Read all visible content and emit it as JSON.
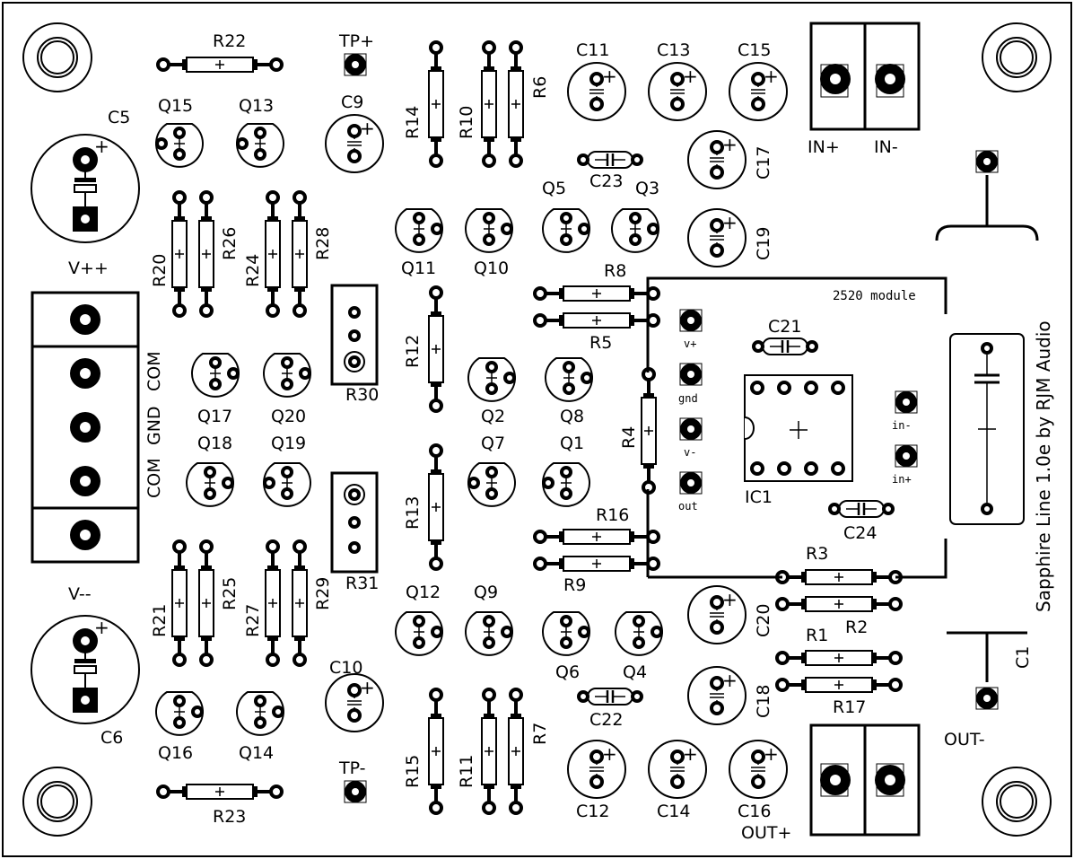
{
  "board": {
    "title": "Sapphire Line 1.0e by RJM Audio",
    "module_label": "2520 module"
  },
  "labels": {
    "r22": "R22",
    "r23": "R23",
    "r14": "R14",
    "r10": "R10",
    "r6": "R6",
    "r15": "R15",
    "r11": "R11",
    "r7": "R7",
    "r20": "R20",
    "r26": "R26",
    "r24": "R24",
    "r28": "R28",
    "r21": "R21",
    "r25": "R25",
    "r27": "R27",
    "r29": "R29",
    "r12": "R12",
    "r13": "R13",
    "r4": "R4",
    "r30": "R30",
    "r31": "R31",
    "r8": "R8",
    "r5": "R5",
    "r16": "R16",
    "r9": "R9",
    "r3": "R3",
    "r2": "R2",
    "r1": "R1",
    "r17": "R17",
    "c1": "C1",
    "c5": "C5",
    "c6": "C6",
    "c9": "C9",
    "c10": "C10",
    "c11": "C11",
    "c13": "C13",
    "c15": "C15",
    "c12": "C12",
    "c14": "C14",
    "c16": "C16",
    "c17": "C17",
    "c19": "C19",
    "c20": "C20",
    "c18": "C18",
    "c21": "C21",
    "c22": "C22",
    "c23": "C23",
    "c24": "C24",
    "ic1": "IC1",
    "q1": "Q1",
    "q2": "Q2",
    "q3": "Q3",
    "q4": "Q4",
    "q5": "Q5",
    "q6": "Q6",
    "q7": "Q7",
    "q8": "Q8",
    "q9": "Q9",
    "q10": "Q10",
    "q11": "Q11",
    "q12": "Q12",
    "q13": "Q13",
    "q14": "Q14",
    "q15": "Q15",
    "q16": "Q16",
    "q17": "Q17",
    "q18": "Q18",
    "q19": "Q19",
    "q20": "Q20",
    "tp_plus": "TP+",
    "tp_minus": "TP-",
    "in_plus": "IN+",
    "in_minus": "IN-",
    "out_plus": "OUT+",
    "out_minus": "OUT-",
    "v_pp": "V++",
    "v_mm": "V--",
    "com1": "COM",
    "gnd": "GND",
    "com2": "COM",
    "pad_vplus": "v+",
    "pad_gnd": "gnd",
    "pad_vminus": "v-",
    "pad_out": "out",
    "pad_inminus": "in-",
    "pad_inplus": "in+"
  }
}
